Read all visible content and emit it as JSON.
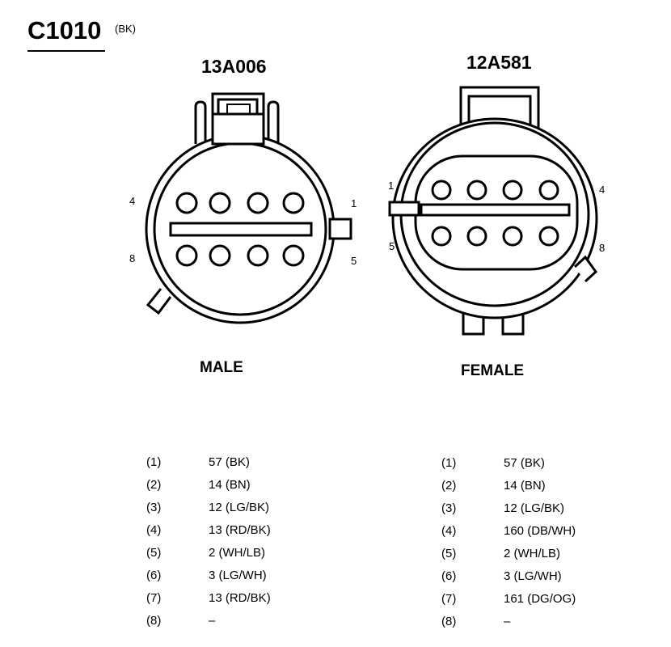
{
  "connector": {
    "id": "C1010",
    "color_code": "(BK)"
  },
  "male": {
    "part_number": "13A006",
    "label": "MALE",
    "pin_labels": {
      "p1": "1",
      "p4": "4",
      "p5": "5",
      "p8": "8"
    }
  },
  "female": {
    "part_number": "12A581",
    "label": "FEMALE",
    "pin_labels": {
      "p1": "1",
      "p4": "4",
      "p5": "5",
      "p8": "8"
    }
  },
  "male_pins": [
    {
      "pin": "(1)",
      "wire": "57 (BK)"
    },
    {
      "pin": "(2)",
      "wire": "14 (BN)"
    },
    {
      "pin": "(3)",
      "wire": "12 (LG/BK)"
    },
    {
      "pin": "(4)",
      "wire": "13 (RD/BK)"
    },
    {
      "pin": "(5)",
      "wire": "2 (WH/LB)"
    },
    {
      "pin": "(6)",
      "wire": "3 (LG/WH)"
    },
    {
      "pin": "(7)",
      "wire": "13 (RD/BK)"
    },
    {
      "pin": "(8)",
      "wire": "–"
    }
  ],
  "female_pins": [
    {
      "pin": "(1)",
      "wire": "57 (BK)"
    },
    {
      "pin": "(2)",
      "wire": "14 (BN)"
    },
    {
      "pin": "(3)",
      "wire": "12 (LG/BK)"
    },
    {
      "pin": "(4)",
      "wire": "160 (DB/WH)"
    },
    {
      "pin": "(5)",
      "wire": "2 (WH/LB)"
    },
    {
      "pin": "(6)",
      "wire": "3 (LG/WH)"
    },
    {
      "pin": "(7)",
      "wire": "161 (DG/OG)"
    },
    {
      "pin": "(8)",
      "wire": "–"
    }
  ]
}
